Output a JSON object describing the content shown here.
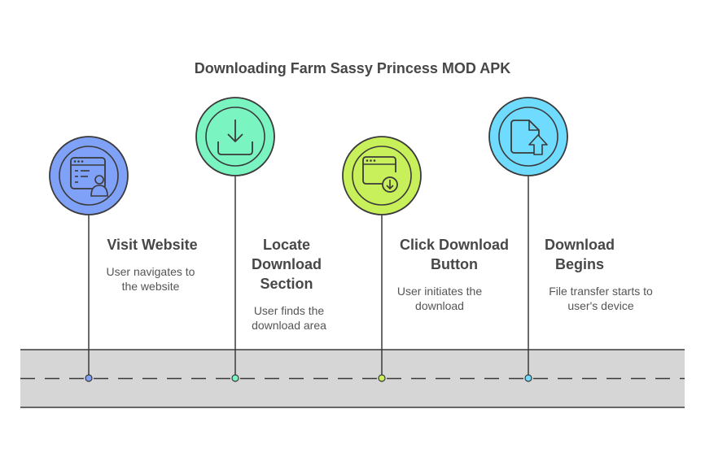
{
  "title": "Downloading Farm Sassy Princess MOD APK",
  "colors": {
    "road": "#d6d6d6",
    "stroke": "#3a3a3a",
    "step1": "#7fa1f7",
    "step2": "#7af5c2",
    "step3": "#c8f05a",
    "step4": "#6fdcff"
  },
  "steps": [
    {
      "title_lines": [
        "Visit Website"
      ],
      "desc_lines": [
        "User navigates to",
        "the website"
      ],
      "icon": "browser-user-icon"
    },
    {
      "title_lines": [
        "Locate",
        "Download",
        "Section"
      ],
      "desc_lines": [
        "User finds the",
        "download area"
      ],
      "icon": "download-tray-icon"
    },
    {
      "title_lines": [
        "Click Download",
        "Button"
      ],
      "desc_lines": [
        "User initiates the",
        "download"
      ],
      "icon": "browser-download-icon"
    },
    {
      "title_lines": [
        "Download",
        "Begins"
      ],
      "desc_lines": [
        "File transfer starts to",
        "user's device"
      ],
      "icon": "file-upload-icon"
    }
  ]
}
